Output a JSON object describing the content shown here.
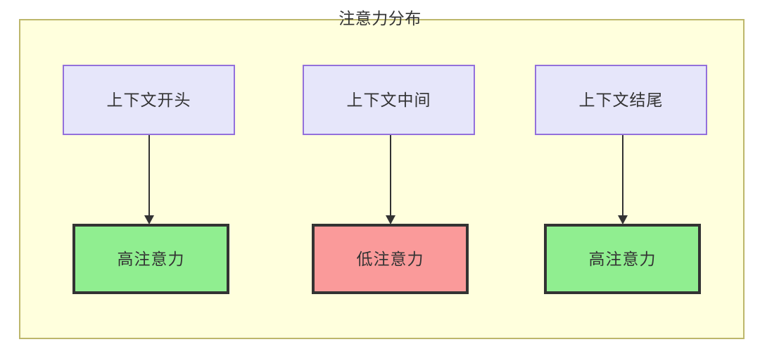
{
  "diagram": {
    "title": "注意力分布",
    "container_fill": "#ffffdd",
    "container_border": "#bdb76b",
    "nodes": {
      "context": [
        {
          "id": "ctx-start",
          "label": "上下文开头",
          "fill": "#e6e6fa",
          "border": "#9370db"
        },
        {
          "id": "ctx-middle",
          "label": "上下文中间",
          "fill": "#e6e6fa",
          "border": "#9370db"
        },
        {
          "id": "ctx-end",
          "label": "上下文结尾",
          "fill": "#e6e6fa",
          "border": "#9370db"
        }
      ],
      "attention": [
        {
          "id": "attn-start",
          "label": "高注意力",
          "fill": "#90ee90",
          "border": "#333333"
        },
        {
          "id": "attn-middle",
          "label": "低注意力",
          "fill": "#fa9a9a",
          "border": "#333333"
        },
        {
          "id": "attn-end",
          "label": "高注意力",
          "fill": "#90ee90",
          "border": "#333333"
        }
      ]
    },
    "edges": [
      {
        "from": "ctx-start",
        "to": "attn-start",
        "label": "",
        "style": "solid-arrow"
      },
      {
        "from": "ctx-middle",
        "to": "attn-middle",
        "label": "",
        "style": "solid-arrow"
      },
      {
        "from": "ctx-end",
        "to": "attn-end",
        "label": "",
        "style": "solid-arrow"
      }
    ]
  }
}
